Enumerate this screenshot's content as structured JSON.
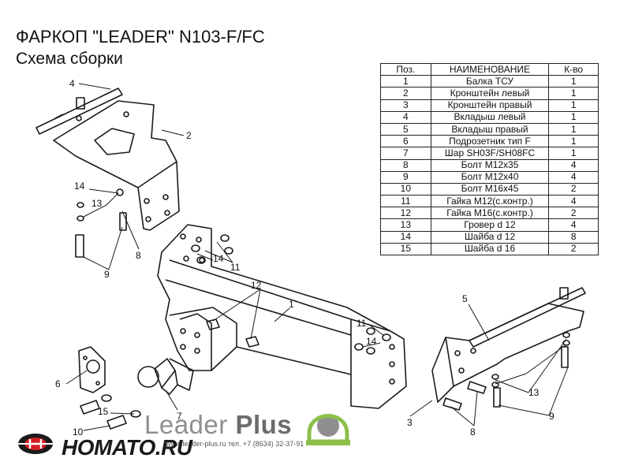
{
  "header": {
    "title": "ФАРКОП \"LEADER\" N103-F/FC",
    "subtitle": "Схема сборки"
  },
  "parts_table": {
    "headers": [
      "Поз.",
      "НАИМЕНОВАНИЕ",
      "К-во"
    ],
    "rows": [
      [
        "1",
        "Балка ТСУ",
        "1"
      ],
      [
        "2",
        "Кронштейн левый",
        "1"
      ],
      [
        "3",
        "Кронштейн правый",
        "1"
      ],
      [
        "4",
        "Вкладыш левый",
        "1"
      ],
      [
        "5",
        "Вкладыш правый",
        "1"
      ],
      [
        "6",
        "Подрозетник тип F",
        "1"
      ],
      [
        "7",
        "Шар SH03F/SH08FC",
        "1"
      ],
      [
        "8",
        "Болт М12х35",
        "4"
      ],
      [
        "9",
        "Болт М12х40",
        "4"
      ],
      [
        "10",
        "Болт М16х45",
        "2"
      ],
      [
        "11",
        "Гайка М12(с.контр.)",
        "4"
      ],
      [
        "12",
        "Гайка  М16(с.контр.)",
        "2"
      ],
      [
        "13",
        "Гровер d 12",
        "4"
      ],
      [
        "14",
        "Шайба d 12",
        "8"
      ],
      [
        "15",
        "Шайба d 16",
        "2"
      ]
    ]
  },
  "callouts": {
    "n1": "1",
    "n2": "2",
    "n3": "3",
    "n4": "4",
    "n5": "5",
    "n6": "6",
    "n7": "7",
    "n8a": "8",
    "n8b": "8",
    "n9a": "9",
    "n9b": "9",
    "n10": "10",
    "n11a": "11",
    "n11b": "11",
    "n12": "12",
    "n13a": "13",
    "n13b": "13",
    "n14a": "14",
    "n14b": "14",
    "n14c": "14",
    "n15": "15"
  },
  "branding": {
    "leader_plus_word1": "Leader",
    "leader_plus_word2": "Plus",
    "contacts": "www.leader-plus.ru     тел. +7 (8634) 32-37-91",
    "homato": "HOMATO.RU"
  },
  "colors": {
    "line": "#1a1a1a",
    "brand_grey": "#8f8f8f",
    "brand_green": "#8bbf4a",
    "homato_red": "#d21f26"
  }
}
